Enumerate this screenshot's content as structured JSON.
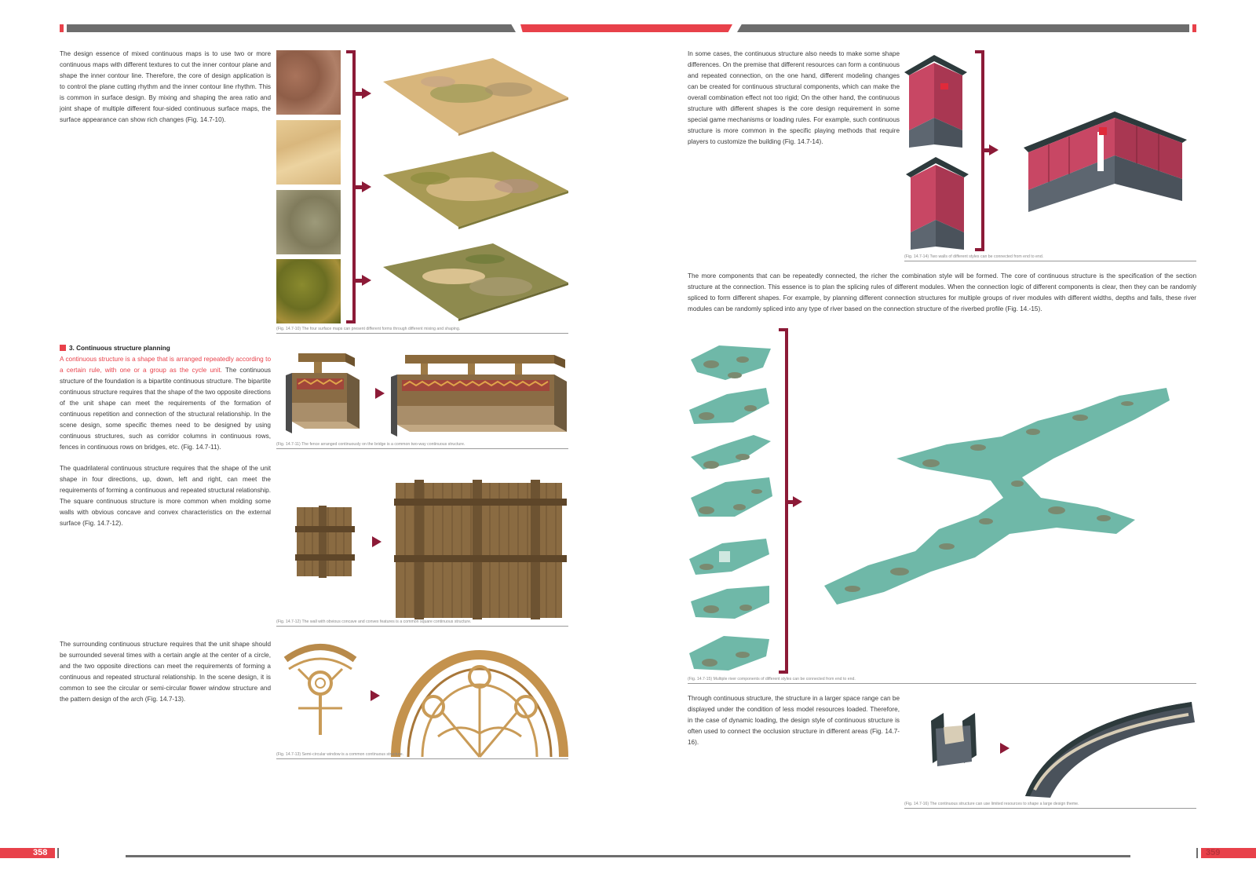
{
  "left_page": {
    "page_number": "358",
    "intro_paragraph": "The design essence of mixed continuous maps is to use two or more continuous maps with different textures to cut the inner contour plane and shape the inner contour line. Therefore, the core of design application is to control the plane cutting rhythm and the inner contour line rhythm. This is common in surface design. By mixing and shaping the area ratio and joint shape of multiple different four-sided continuous surface maps, the surface appearance can show rich changes (Fig. 14.7-10).",
    "fig_10_caption": "(Fig. 14.7-10) The four surface maps can present different forms through different mixing and shaping.",
    "section_heading": "3. Continuous structure planning",
    "section_highlight": "A continuous structure is a shape that is arranged repeatedly according to a certain rule, with one or a group as the cycle unit.",
    "section_paragraph": " The continuous structure of the foundation is a bipartite continuous structure. The bipartite continuous structure requires that the shape of the two opposite directions of the unit shape can meet the requirements of the formation of continuous repetition and connection of the structural relationship. In the scene design, some specific themes need to be designed by using continuous structures, such as corridor columns in continuous rows, fences in continuous rows on bridges, etc. (Fig. 14.7-11).",
    "fig_11_caption": "(Fig. 14.7-11) The fence arranged continuously on the bridge is a common two-way continuous structure.",
    "quad_paragraph": "The quadrilateral continuous structure requires that the shape of the unit shape in four directions, up, down, left and right, can meet the requirements of forming a continuous and repeated structural relationship. The square continuous structure is more common when molding some walls with obvious concave and convex characteristics on the external surface (Fig. 14.7-12).",
    "fig_12_caption": "(Fig. 14.7-12) The wall with obvious concave and convex features is a common square continuous structure.",
    "surround_paragraph": "The surrounding continuous structure requires that the unit shape should be surrounded several times with a certain angle at the center of a circle, and the two opposite directions can meet the requirements of forming a continuous and repeated structural relationship. In the scene design, it is common to see the circular or semi-circular flower window structure and the pattern design of the arch (Fig. 14.7-13).",
    "fig_13_caption": "(Fig. 14.7-13) Semi-circular window is a common continuous structure."
  },
  "right_page": {
    "page_number": "359",
    "shape_paragraph": "In some cases, the continuous structure also needs to make some shape differences. On the premise that different resources can form a continuous and repeated connection, on the one hand, different modeling changes can be created for continuous structural components, which can make the overall combination effect not too rigid; On the other hand, the continuous structure with different shapes is the core design requirement in some special game mechanisms or loading rules. For example, such continuous structure is more common in the specific playing methods that require players to customize the building (Fig. 14.7-14).",
    "fig_14_caption": "(Fig. 14.7-14) Two walls of different styles can be connected from end to end.",
    "components_paragraph": "The more components that can be repeatedly connected, the richer the combination style will be formed. The core of continuous structure is the specification of the section structure at the connection. This essence is to plan the splicing rules of different modules. When the connection logic of different components is clear, then they can be randomly spliced to form different shapes. For example, by planning different connection structures for multiple groups of river modules with different widths, depths and falls, these river modules can be randomly spliced into any type of river based on the connection structure of the riverbed profile (Fig. 14.-15).",
    "fig_15_caption": "(Fig. 14.7-15) Multiple river components of different styles can be connected from end to end.",
    "range_paragraph": "Through continuous structure, the structure in a larger space range can be displayed under the condition of less model resources loaded. Therefore, in the case of dynamic loading, the design style of continuous structure is often used to connect the occlusion structure in different areas (Fig. 14.7-16).",
    "fig_16_caption": "(Fig. 14.7-16) The continuous structure can use limited resources to shape a large design theme."
  },
  "colors": {
    "accent_red": "#e8414a",
    "arrow_maroon": "#8c1a37",
    "bar_gray": "#6d6d6d"
  }
}
